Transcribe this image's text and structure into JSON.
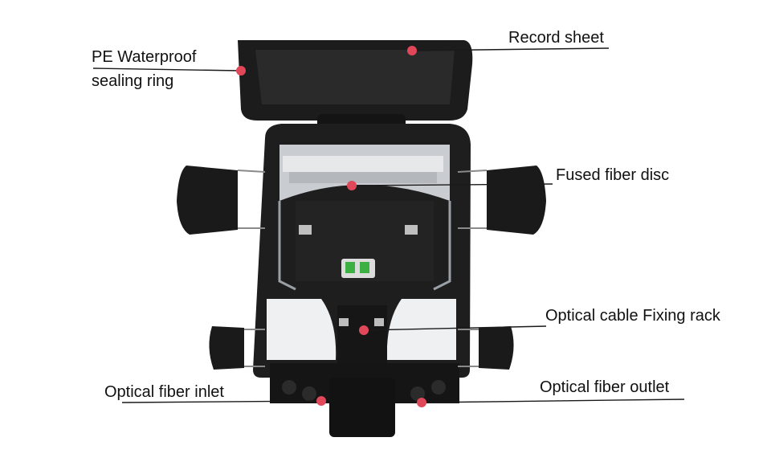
{
  "labels": {
    "pe_line1": "PE Waterproof",
    "pe_line2": "sealing ring",
    "record_sheet": "Record sheet",
    "fused_fiber_disc": "Fused fiber disc",
    "cable_rack": "Optical cable Fixing rack",
    "fiber_inlet": "Optical fiber inlet",
    "fiber_outlet": "Optical fiber outlet"
  },
  "colors": {
    "marker": "#e0485a",
    "leader": "#1a1a1a",
    "body": "#1e1e1e",
    "accent_green": "#3cb043"
  }
}
